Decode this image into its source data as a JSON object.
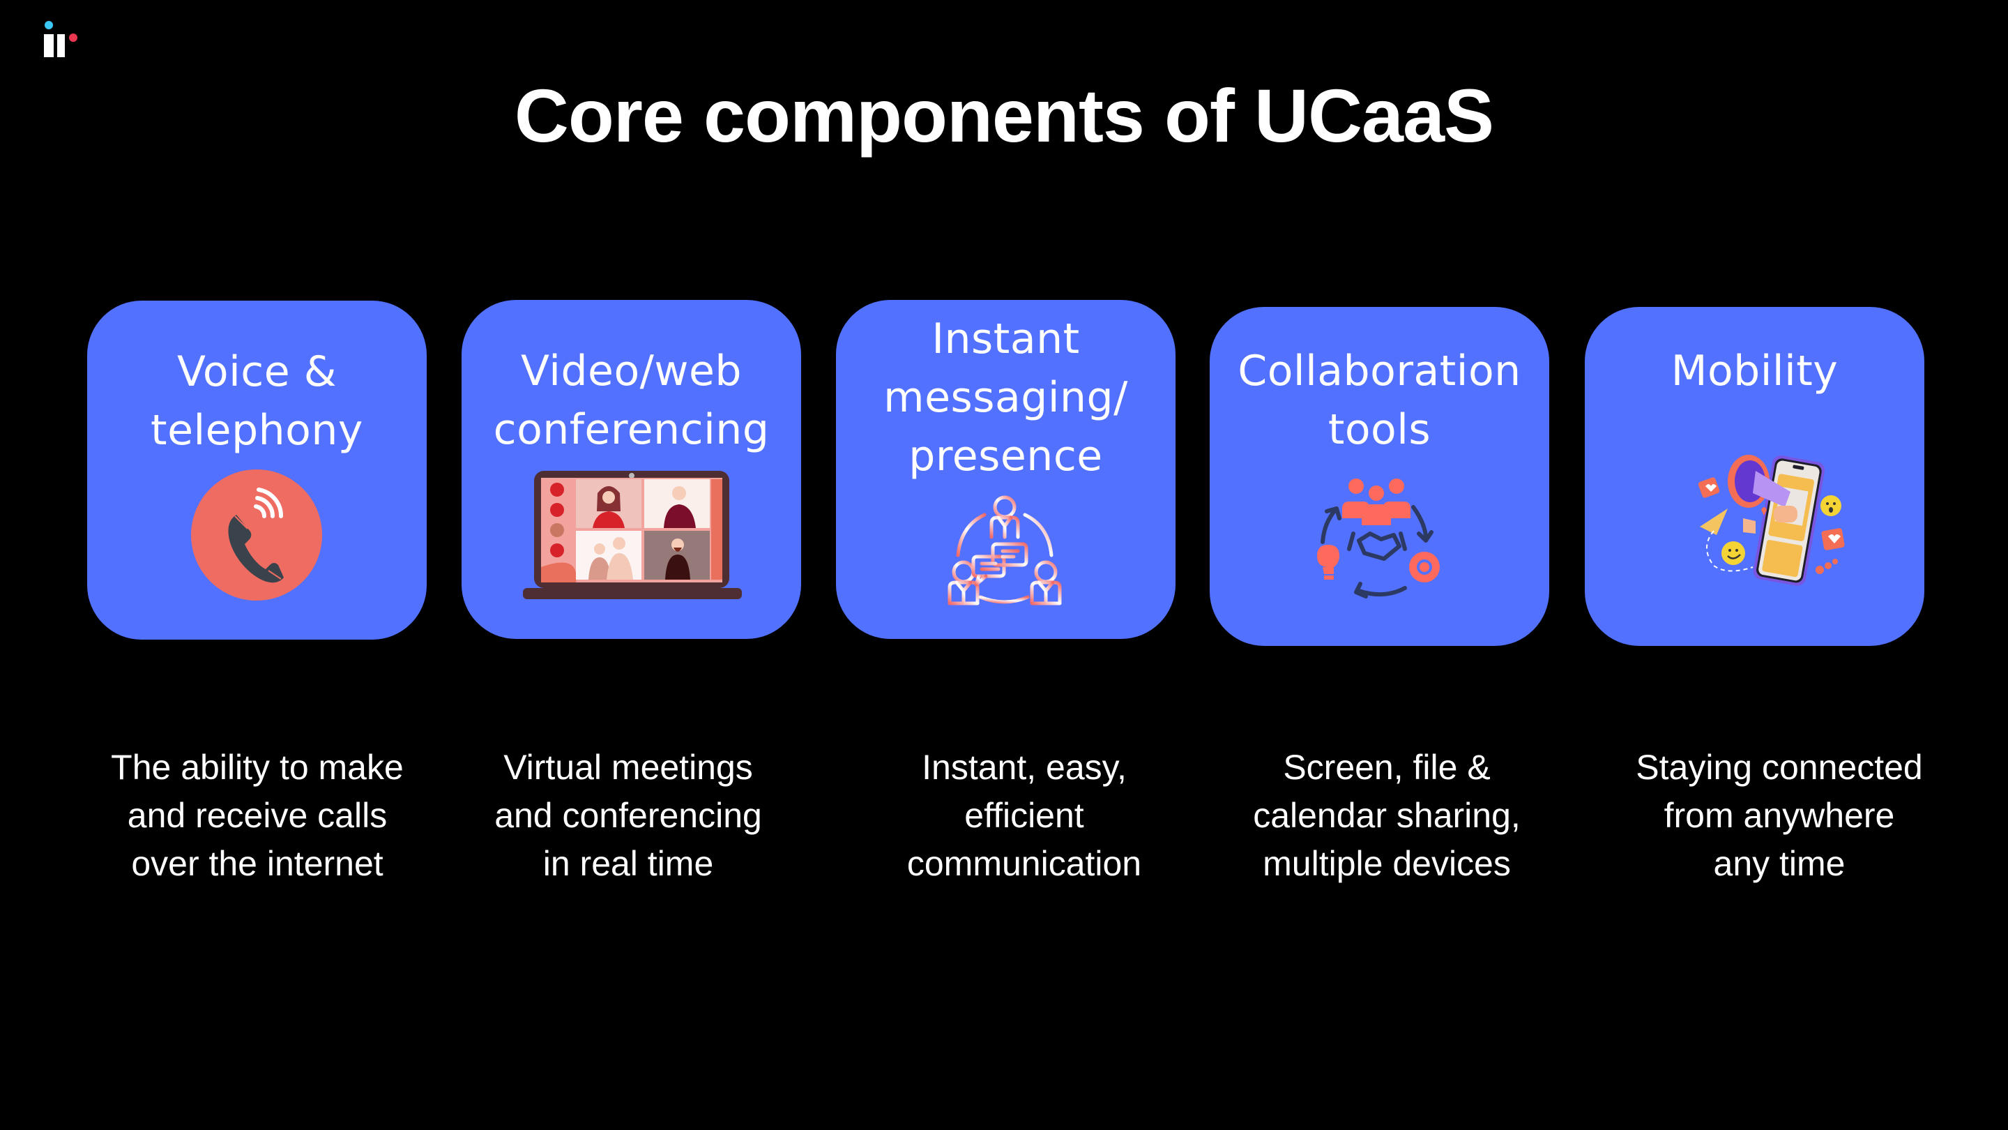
{
  "header": {
    "title": "Core components of UCaaS"
  },
  "logo": {
    "name": "brand-logo",
    "colors": {
      "dot_left": "#3BC8F5",
      "dot_right": "#E8374F",
      "bars": "#FFFFFF"
    }
  },
  "theme": {
    "background": "#000000",
    "card_color": "#5271FF",
    "accent_coral": "#EF6C63",
    "icon_dark": "#3A434B",
    "text_color": "#FFFFFF"
  },
  "components": [
    {
      "title_lines": [
        "Voice &",
        "telephony"
      ],
      "icon": "phone-call-icon",
      "description_lines": [
        "The ability to make",
        "and receive calls",
        "over the internet"
      ]
    },
    {
      "title_lines": [
        "Video/web",
        "conferencing"
      ],
      "icon": "laptop-video-conference-icon",
      "description_lines": [
        "Virtual meetings",
        "and conferencing",
        "in real time"
      ]
    },
    {
      "title_lines": [
        "Instant",
        "messaging/",
        "presence"
      ],
      "icon": "team-chat-icon",
      "description_lines": [
        "Instant, easy,",
        "efficient",
        "communication"
      ]
    },
    {
      "title_lines": [
        "Collaboration",
        "tools"
      ],
      "icon": "collaboration-cycle-icon",
      "description_lines": [
        "Screen, file &",
        "calendar sharing,",
        "multiple devices"
      ]
    },
    {
      "title_lines": [
        "Mobility"
      ],
      "icon": "mobile-megaphone-icon",
      "description_lines": [
        "Staying connected",
        "from anywhere",
        "any time"
      ]
    }
  ]
}
